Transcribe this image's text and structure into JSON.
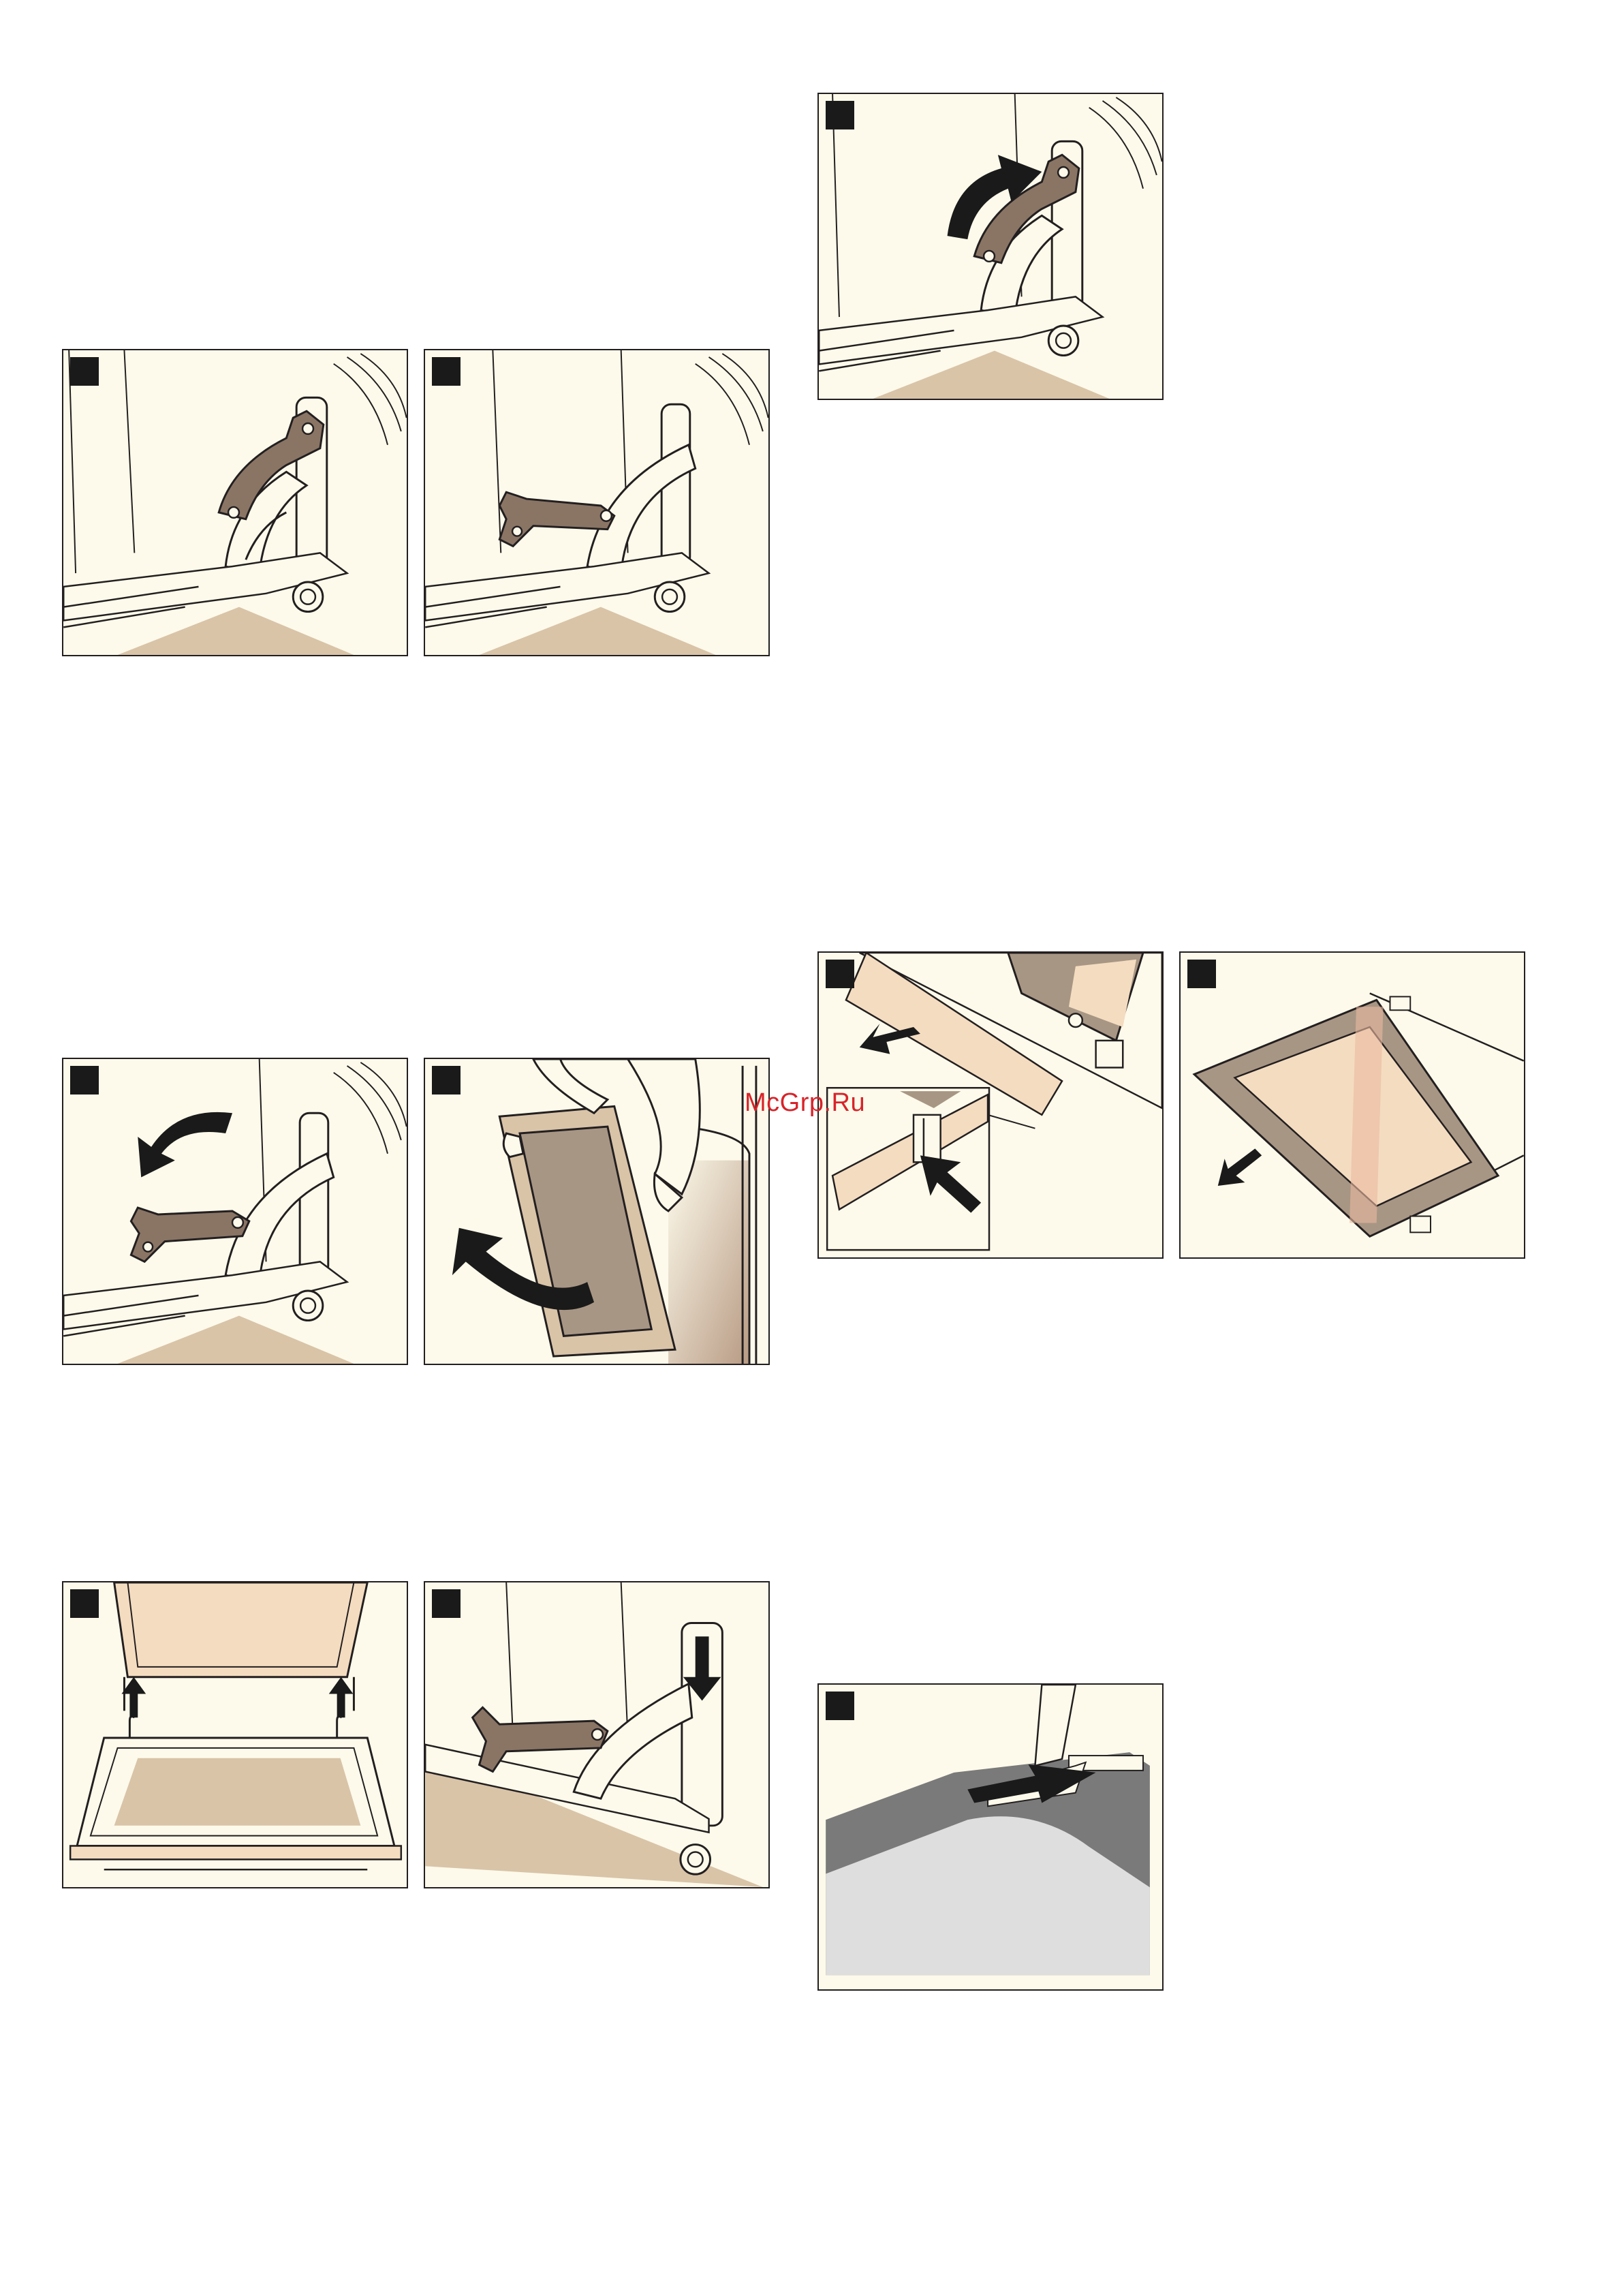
{
  "page": {
    "watermark": "McGrp.Ru"
  },
  "colors": {
    "panel_bg": "#fdfaeb",
    "hinge": "#8a7565",
    "floor": "#d9c4a8",
    "glass": "#a89684",
    "dark_floor": "#7a7a7a",
    "light_floor": "#dedede",
    "watermark": "#d8232a"
  },
  "panels": [
    {
      "id": "hinge-open",
      "icon": "hinge-lever-up"
    },
    {
      "id": "hinge-folded",
      "icon": "hinge-lever-folded"
    },
    {
      "id": "hinge-lever-fold-back",
      "icon": "curved-arrow"
    },
    {
      "id": "door-lift-off",
      "icon": "hands-door"
    },
    {
      "id": "door-hook-in",
      "icon": "up-arrows"
    },
    {
      "id": "hinge-lower",
      "icon": "down-arrow"
    },
    {
      "id": "hinge-lever-raise",
      "icon": "curved-arrow-up"
    },
    {
      "id": "clip-release",
      "icon": "press-arrow"
    },
    {
      "id": "glass-pane-remove",
      "icon": "glass-pane"
    },
    {
      "id": "seal-insert",
      "icon": "push-arrow"
    }
  ]
}
